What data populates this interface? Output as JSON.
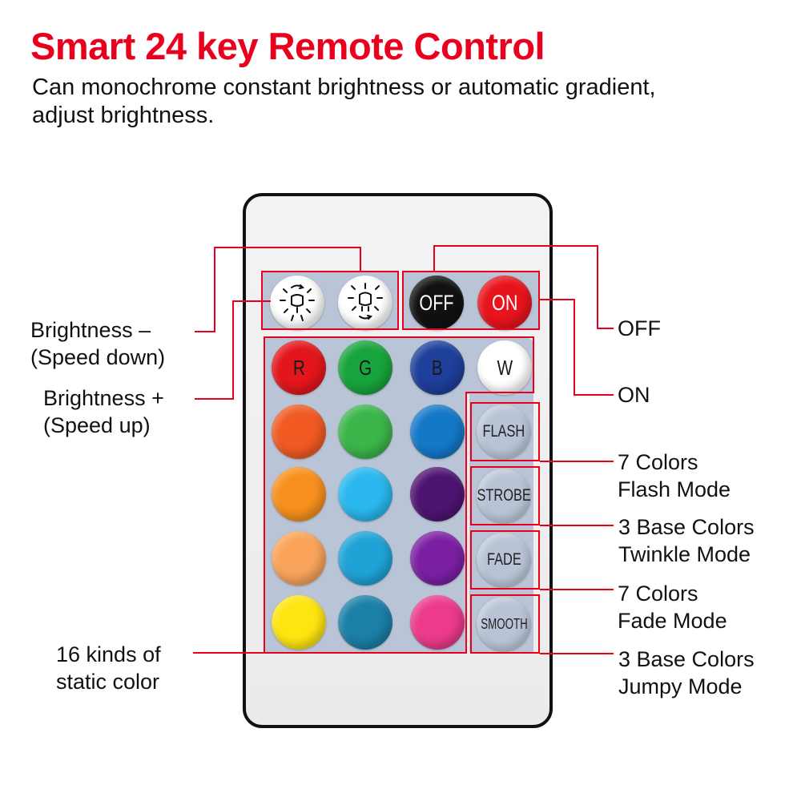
{
  "header": {
    "title": "Smart 24 key Remote Control",
    "title_color": "#e8001c",
    "subtitle_line1": "Can monochrome constant brightness or automatic gradient,",
    "subtitle_line2": "adjust brightness."
  },
  "remote": {
    "top_keys": [
      {
        "id": "brightness-down",
        "label": "",
        "color": "#ffffff",
        "icon": "brightness-down-icon"
      },
      {
        "id": "brightness-up",
        "label": "",
        "color": "#ffffff",
        "icon": "brightness-up-icon"
      },
      {
        "id": "off",
        "label": "OFF",
        "color": "#111111"
      },
      {
        "id": "on",
        "label": "ON",
        "color": "#e8141c"
      }
    ],
    "color_keys": [
      {
        "label": "R",
        "color": "#e3161c"
      },
      {
        "label": "G",
        "color": "#18a43c"
      },
      {
        "label": "B",
        "color": "#1e3f9a"
      },
      {
        "label": "W",
        "color": "#ffffff"
      },
      {
        "label": "",
        "color": "#f15a22"
      },
      {
        "label": "",
        "color": "#3cb54a"
      },
      {
        "label": "",
        "color": "#1478c8"
      },
      {
        "label": "",
        "color": "#f7901e"
      },
      {
        "label": "",
        "color": "#2ab8ee"
      },
      {
        "label": "",
        "color": "#4e1471"
      },
      {
        "label": "",
        "color": "#f9a45a"
      },
      {
        "label": "",
        "color": "#1fa3d6"
      },
      {
        "label": "",
        "color": "#7b1fa2"
      },
      {
        "label": "",
        "color": "#ffe510"
      },
      {
        "label": "",
        "color": "#1b7fa8"
      },
      {
        "label": "",
        "color": "#ec3a8c"
      }
    ],
    "mode_keys": [
      {
        "label": "FLASH"
      },
      {
        "label": "STROBE"
      },
      {
        "label": "FADE"
      },
      {
        "label": "SMOOTH"
      }
    ]
  },
  "callouts": {
    "brightness_down_line1": "Brightness –",
    "brightness_down_line2": "(Speed down)",
    "brightness_up_line1": "Brightness +",
    "brightness_up_line2": "(Speed up)",
    "static_line1": "16 kinds of",
    "static_line2": "static color",
    "off": "OFF",
    "on": "ON",
    "flash_line1": "7 Colors",
    "flash_line2": "Flash Mode",
    "strobe_line1": "3 Base Colors",
    "strobe_line2": "Twinkle Mode",
    "fade_line1": "7 Colors",
    "fade_line2": "Fade Mode",
    "smooth_line1": "3 Base Colors",
    "smooth_line2": "Jumpy Mode",
    "line_color": "#e8001c"
  }
}
